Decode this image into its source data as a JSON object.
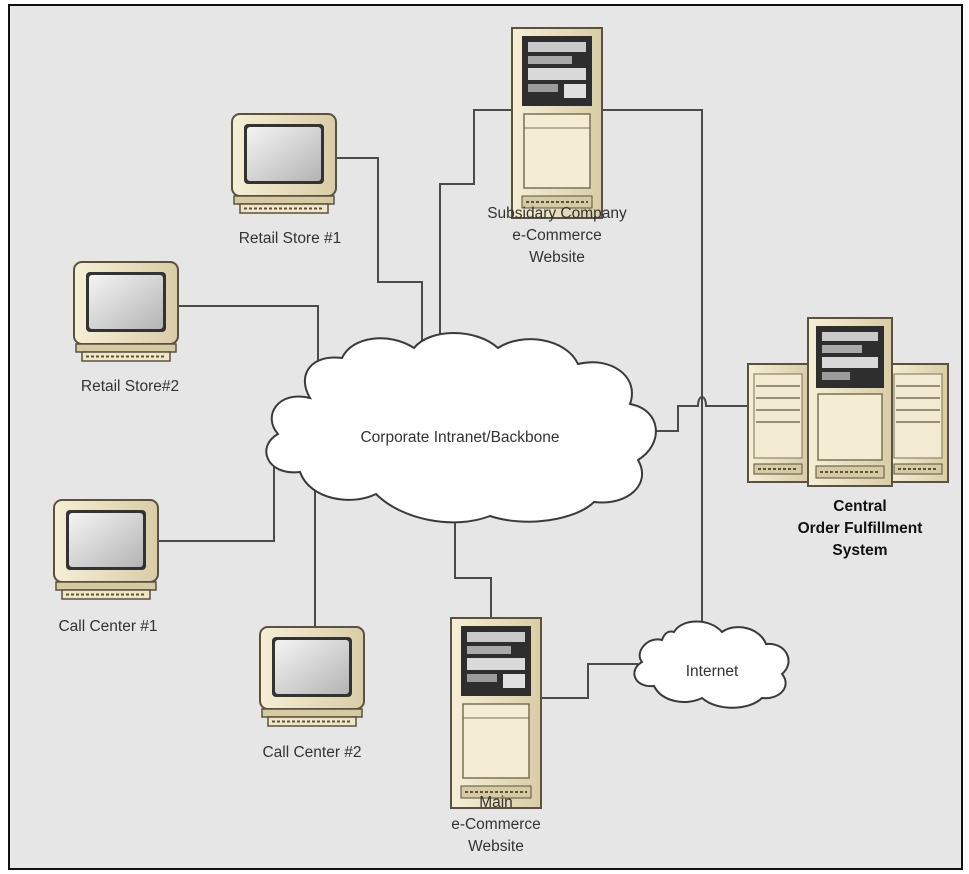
{
  "nodes": {
    "retail_store_1": "Retail Store #1",
    "retail_store_2": "Retail Store#2",
    "call_center_1": "Call Center #1",
    "call_center_2": "Call Center #2",
    "subsidiary_site": "Subsidary Company\ne-Commerce\nWebsite",
    "intranet": "Corporate Intranet/Backbone",
    "central_system": "Central\nOrder Fulfillment\nSystem",
    "main_site": "Main\ne-Commerce\nWebsite",
    "internet": "Internet"
  },
  "colors": {
    "background": "#e6e6e6",
    "device_beige": "#efe6c6",
    "device_outline": "#5a5140",
    "screen_gray": "#c8c8c8"
  }
}
